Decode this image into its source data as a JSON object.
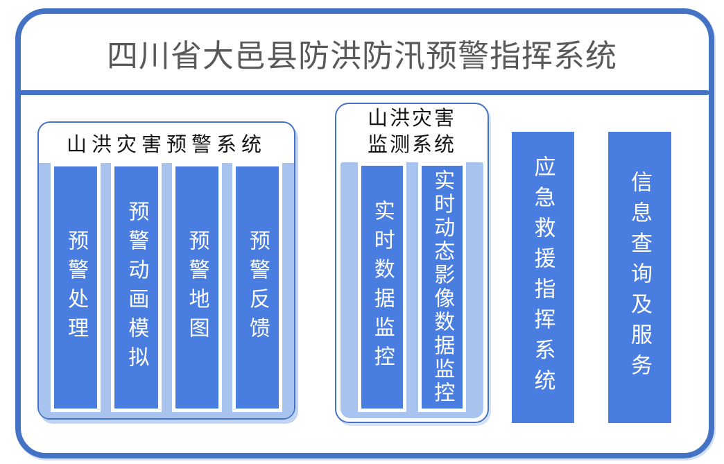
{
  "title": "四川省大邑县防洪防汛预警指挥系统",
  "colors": {
    "frame_blue": "#4472C4",
    "bar_blue": "#4A7DE0",
    "panel_light_blue": "#A9C3EF",
    "title_gray": "#595959",
    "bar_text": "#FFFFFF"
  },
  "warning_panel": {
    "title": "山洪灾害预警系统",
    "bars": [
      "预警处理",
      "预警动画模拟",
      "预警地图",
      "预警反馈"
    ]
  },
  "monitor_panel": {
    "title": "山洪灾害监测系统",
    "title_lines": [
      "山洪灾害",
      "监测系统"
    ],
    "bars": [
      "实时数据监控",
      "实时动态影像数据监控"
    ]
  },
  "standalone_bars": [
    "应急救援指挥系统",
    "信息查询及服务"
  ]
}
